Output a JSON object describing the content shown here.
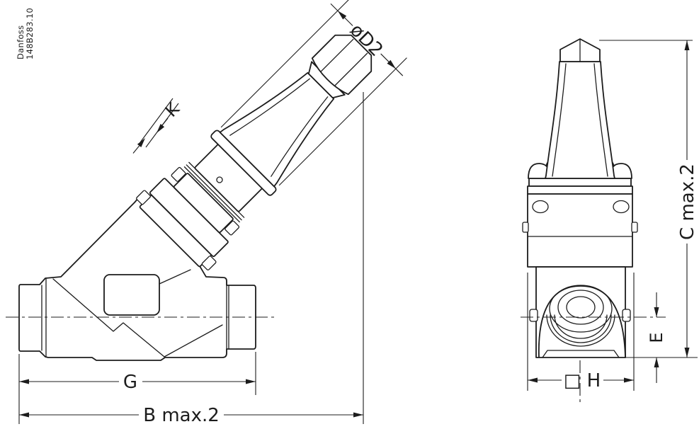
{
  "drawing": {
    "title": "Valve technical drawing, two views",
    "brand": {
      "line1": "Danfoss",
      "line2": "148B283.10"
    },
    "labels": {
      "d2": "øD2",
      "k": "K",
      "g": "G",
      "b": "B max.2",
      "c": "C max.2",
      "e": "E",
      "h": "□ H"
    },
    "views": {
      "side_view": {
        "name": "side view of angle seal-cap valve",
        "dimension_ids": [
          "d2",
          "k",
          "g",
          "b"
        ]
      },
      "front_view": {
        "name": "front view of valve",
        "dimension_ids": [
          "c",
          "e",
          "h"
        ]
      }
    },
    "colors": {
      "line": "#1c1c1c",
      "background": "#ffffff"
    }
  }
}
